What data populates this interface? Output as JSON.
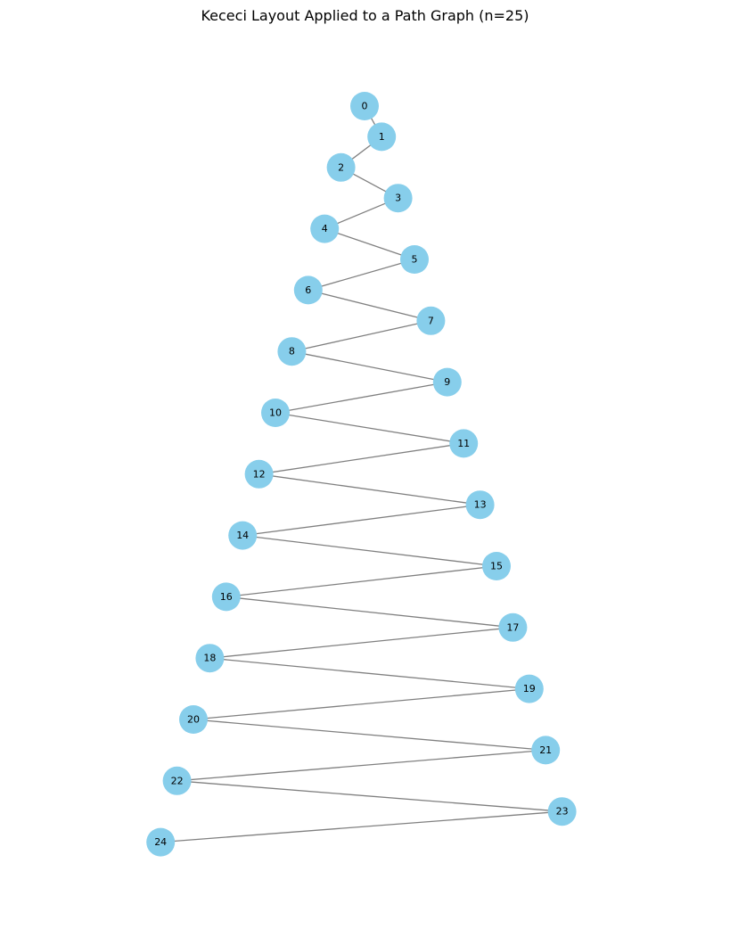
{
  "title": "Kececi Layout Applied to a Path Graph (n=25)",
  "graph": {
    "node_color": "#87ceeb",
    "edge_color": "#808080",
    "label_color": "#000000",
    "nodes": [
      "0",
      "1",
      "2",
      "3",
      "4",
      "5",
      "6",
      "7",
      "8",
      "9",
      "10",
      "11",
      "12",
      "13",
      "14",
      "15",
      "16",
      "17",
      "18",
      "19",
      "20",
      "21",
      "22",
      "23",
      "24"
    ],
    "edges": [
      [
        "0",
        "1"
      ],
      [
        "1",
        "2"
      ],
      [
        "2",
        "3"
      ],
      [
        "3",
        "4"
      ],
      [
        "4",
        "5"
      ],
      [
        "5",
        "6"
      ],
      [
        "6",
        "7"
      ],
      [
        "7",
        "8"
      ],
      [
        "8",
        "9"
      ],
      [
        "9",
        "10"
      ],
      [
        "10",
        "11"
      ],
      [
        "11",
        "12"
      ],
      [
        "12",
        "13"
      ],
      [
        "13",
        "14"
      ],
      [
        "14",
        "15"
      ],
      [
        "15",
        "16"
      ],
      [
        "16",
        "17"
      ],
      [
        "17",
        "18"
      ],
      [
        "18",
        "19"
      ],
      [
        "19",
        "20"
      ],
      [
        "20",
        "21"
      ],
      [
        "21",
        "22"
      ],
      [
        "22",
        "23"
      ],
      [
        "23",
        "24"
      ]
    ]
  }
}
